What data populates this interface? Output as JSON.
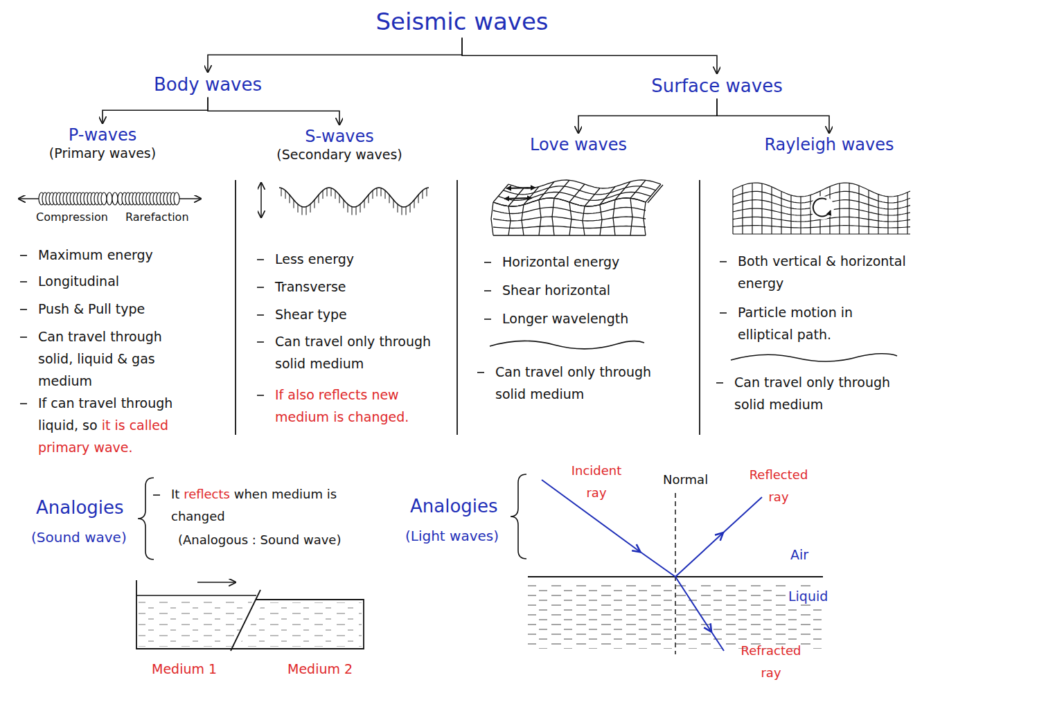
{
  "diagram": {
    "nodes": [
      {
        "text": [
          "Seismic waves"
        ]
      },
      {
        "text": [
          "Body waves"
        ]
      },
      {
        "text": [
          "Surface waves"
        ]
      },
      {
        "text": [
          "P-waves",
          "(Primary waves)"
        ]
      },
      {
        "text": [
          "S-waves",
          "(Secondary waves)"
        ]
      },
      {
        "text": [
          "Love waves"
        ]
      },
      {
        "text": [
          "Rayleigh waves"
        ]
      }
    ],
    "edges": [
      {
        "from": 0,
        "to": 1,
        "arrow": "to"
      },
      {
        "from": 0,
        "to": 2,
        "arrow": "to"
      },
      {
        "from": 1,
        "to": 3,
        "arrow": "to"
      },
      {
        "from": 1,
        "to": 4,
        "arrow": "to"
      },
      {
        "from": 2,
        "to": 5,
        "arrow": "to"
      },
      {
        "from": 2,
        "to": 6,
        "arrow": "to"
      }
    ],
    "labels": [
      "Compression",
      "Rarefaction",
      "Maximum energy",
      "Longitudinal",
      "Push & Pull type",
      "Can travel through solid, liquid & gas medium",
      "If can travel through liquid, so",
      "it is called primary wave.",
      "Less energy",
      "Transverse",
      "Shear type",
      "Can travel only through solid medium",
      "If also reflects new medium is changed.",
      "Horizontal energy",
      "Shear horizontal",
      "Longer wavelength",
      "Can travel only through solid medium",
      "Both vertical & horizontal energy",
      "Particle motion in elliptical path.",
      "Can travel only through solid medium",
      "Analogies",
      "(Sound wave)",
      "It",
      "reflects",
      "when medium is changed",
      "(Analogous : Sound wave)",
      "Medium 1",
      "Medium 2",
      "Analogies",
      "(Light waves)",
      "Incident ray",
      "Normal",
      "Reflected ray",
      "Air",
      "Liquid",
      "Refracted ray"
    ]
  }
}
